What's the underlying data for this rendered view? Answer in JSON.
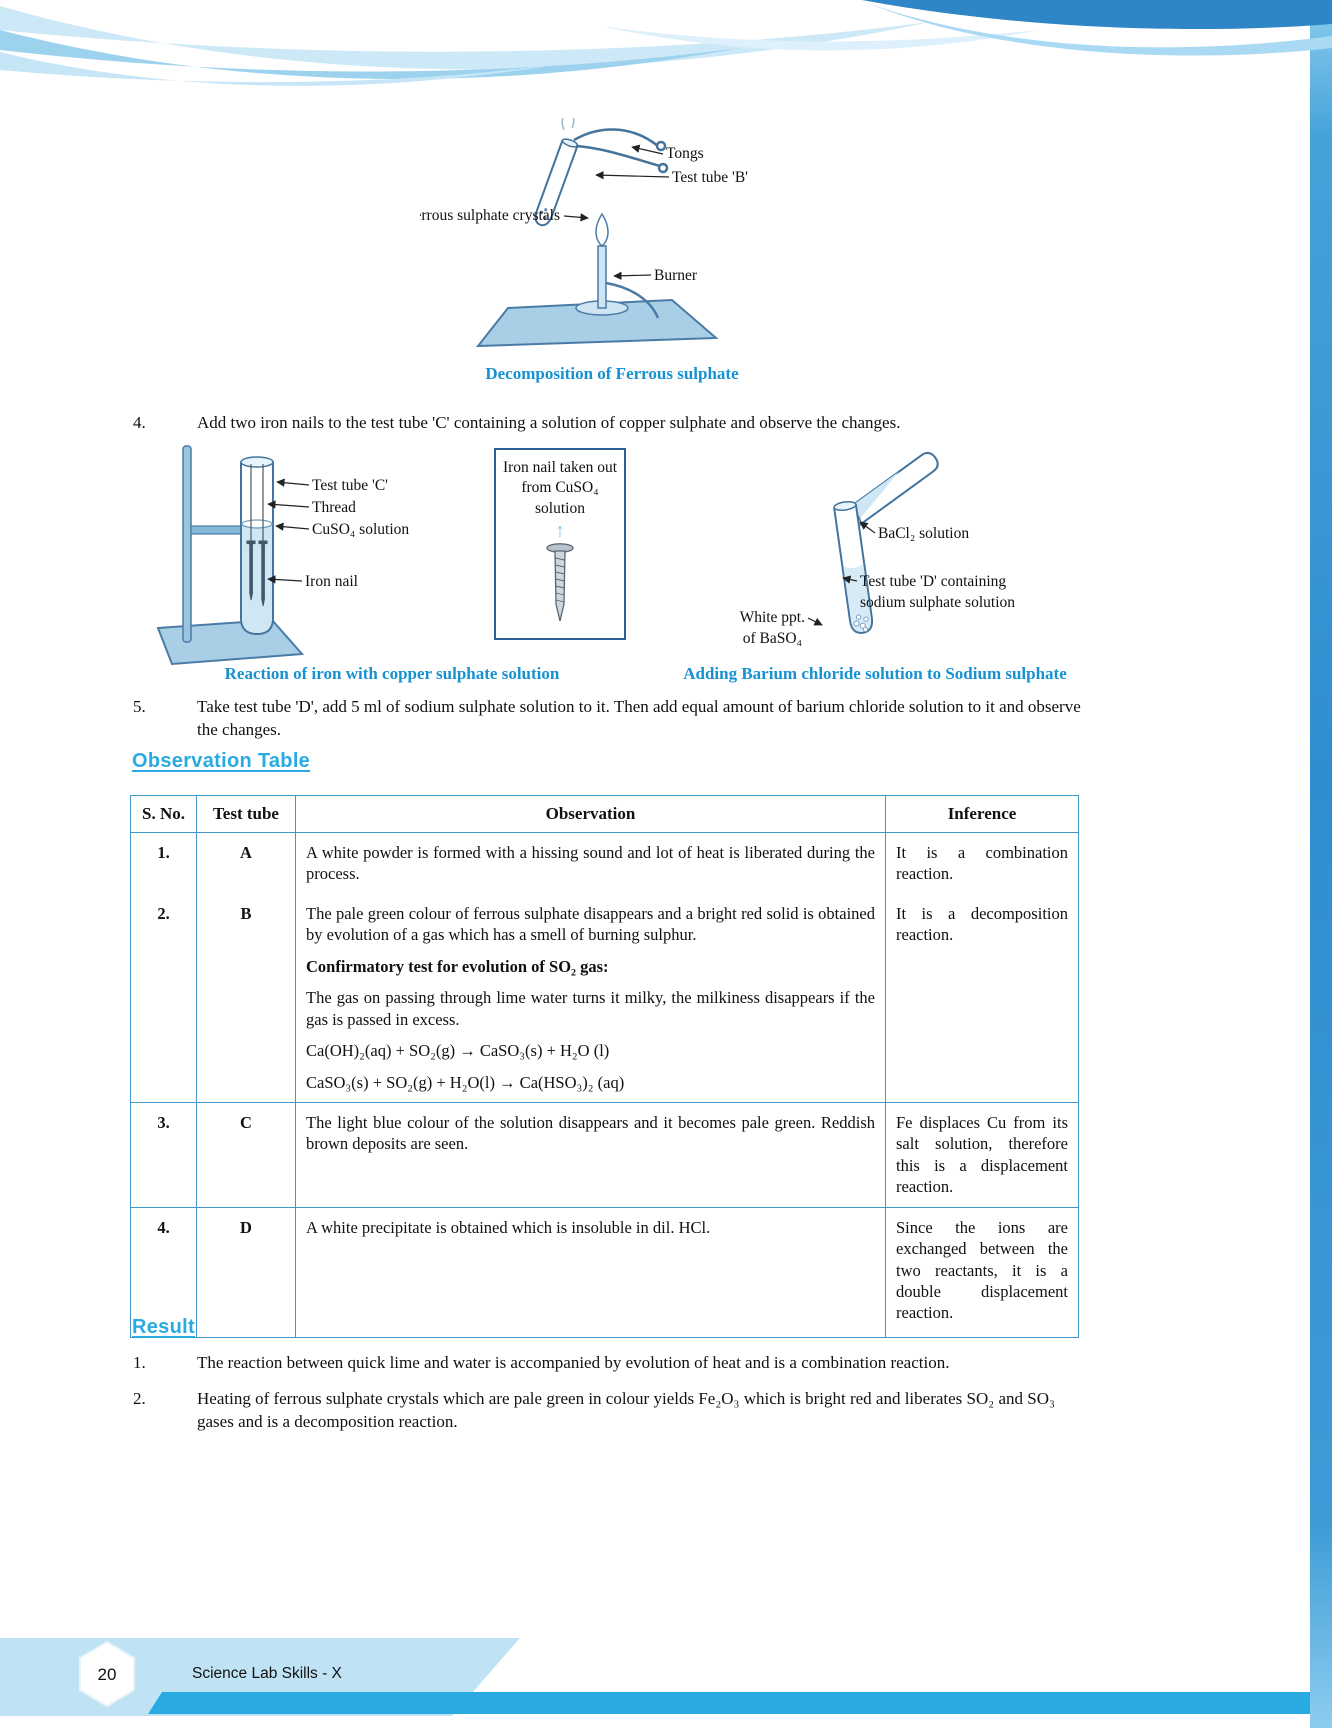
{
  "colors": {
    "accent": "#29abe2",
    "caption_blue": "#1691d2",
    "table_border": "#3f97cc",
    "deco_light_blue": "#b9e0f4",
    "deco_dark_blue": "#2e86c6"
  },
  "fig1": {
    "labels": {
      "tongs": "Tongs",
      "test_tube": "Test tube 'B'",
      "crystals": "Ferrous sulphate crystals",
      "burner": "Burner"
    },
    "caption": "Decomposition of Ferrous sulphate"
  },
  "steps": {
    "s4": {
      "num": "4.",
      "text": "Add two iron nails to the test tube 'C' containing a solution of copper sulphate and observe the changes."
    },
    "s5": {
      "num": "5.",
      "text": "Take test tube 'D', add 5 ml of sodium sulphate solution to it. Then add equal amount of barium chloride solution to it and observe the changes."
    }
  },
  "fig2": {
    "labels": {
      "test_tube": "Test tube 'C'",
      "thread": "Thread",
      "solution": "CuSO₄ solution",
      "nail": "Iron nail"
    },
    "caption": "Reaction of iron with copper sulphate solution"
  },
  "nail_box": {
    "text": "Iron nail taken out from CuSO₄ solution"
  },
  "fig3": {
    "labels": {
      "bacl2": "BaCl₂ solution",
      "tube1": "Test tube 'D' containing",
      "tube2": "sodium sulphate solution",
      "ppt1": "White ppt.",
      "ppt2": "of BaSO₄"
    },
    "caption": "Adding Barium chloride solution to Sodium sulphate"
  },
  "observation": {
    "heading": "Observation Table",
    "headers": [
      "S. No.",
      "Test tube",
      "Observation",
      "Inference"
    ],
    "rows": [
      {
        "sno": "1.",
        "tube": "A",
        "obs": "A white powder is formed with a hissing sound and lot of heat is liberated during the process.",
        "inference": "It is a combination reaction."
      },
      {
        "sno": "2.",
        "tube": "B",
        "obs1": "The pale green colour of ferrous sulphate disappears and a bright red solid is obtained by evolution of a gas which has a smell of burning sulphur.",
        "confirm": "Confirmatory test for evolution of SO₂ gas:",
        "obs2": "The gas on passing through lime water turns it milky, the milkiness disappears if the gas is passed in excess.",
        "eq1": "Ca(OH)₂(aq) + SO₂(g) → CaSO₃(s) + H₂O (l)",
        "eq2": "CaSO₃(s) + SO₂(g) + H₂O(l) → Ca(HSO₃)₂ (aq)",
        "inference": "It is a decomposition reaction."
      },
      {
        "sno": "3.",
        "tube": "C",
        "obs": "The light blue colour of the solution disappears and it becomes pale green. Reddish brown deposits are seen.",
        "inference": "Fe displaces Cu from its salt solution, therefore this is a displacement reaction."
      },
      {
        "sno": "4.",
        "tube": "D",
        "obs": "A white precipitate is obtained which is insoluble in dil. HCl.",
        "inference": "Since the ions are exchanged between the two reactants, it is a double displacement reaction."
      }
    ]
  },
  "result": {
    "heading": "Result",
    "items": [
      {
        "num": "1.",
        "text": "The reaction between quick lime and water is accompanied by evolution of heat and is a combination reaction."
      },
      {
        "num": "2.",
        "text": "Heating of ferrous sulphate crystals which are pale green in colour yields Fe₂O₃ which is bright red and liberates SO₂ and SO₃ gases and is a decomposition reaction."
      }
    ]
  },
  "footer": {
    "page_number": "20",
    "title": "Science Lab Skills - X"
  }
}
